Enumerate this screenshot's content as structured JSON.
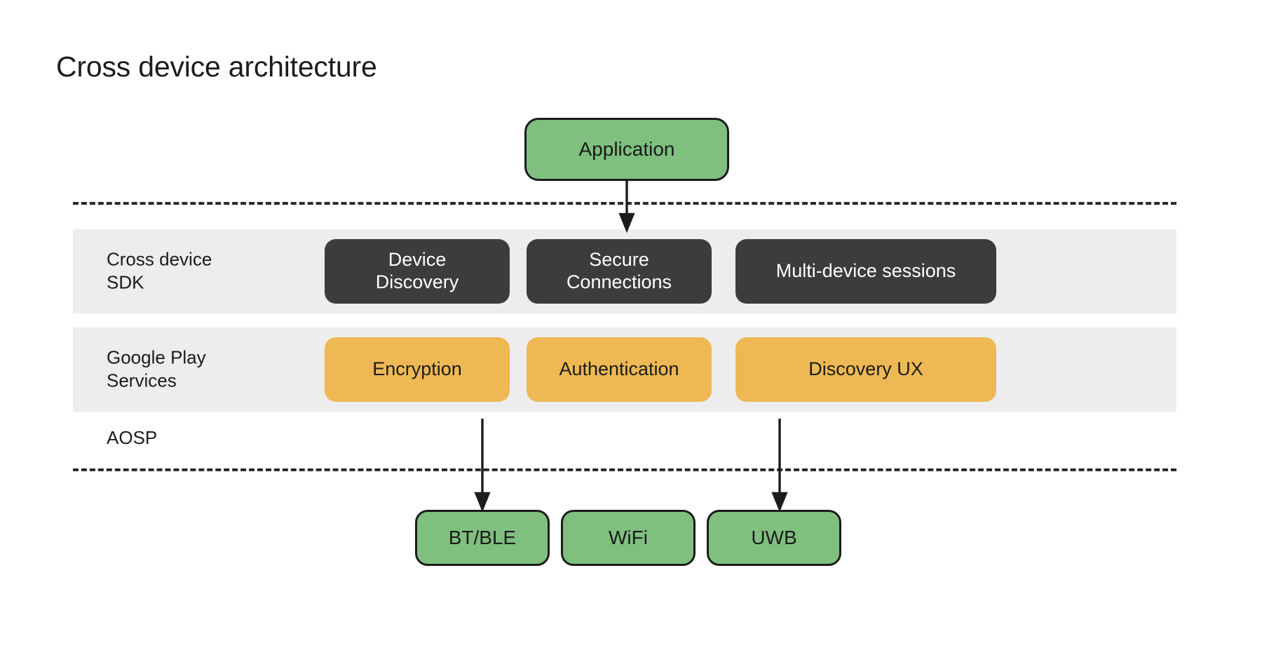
{
  "page": {
    "title": "Cross device architecture",
    "background": "#ffffff"
  },
  "colors": {
    "application_green": "#7fc07f",
    "sdk_dark": "#3c3c3c",
    "services_yellow": "#eeb954",
    "band_gray": "#ededed",
    "line_dark": "#2b2b2b",
    "text_dark": "#1c1c1c",
    "text_light": "#ffffff"
  },
  "application": {
    "label": "Application"
  },
  "layers": [
    {
      "id": "cross-device-sdk",
      "label": "Cross device\nSDK",
      "style": "dark",
      "nodes": [
        {
          "label": "Device\nDiscovery"
        },
        {
          "label": "Secure\nConnections"
        },
        {
          "label": "Multi-device sessions"
        }
      ]
    },
    {
      "id": "google-play-services",
      "label": "Google Play\nServices",
      "style": "yellow",
      "nodes": [
        {
          "label": "Encryption"
        },
        {
          "label": "Authentication"
        },
        {
          "label": "Discovery UX"
        }
      ]
    }
  ],
  "aosp": {
    "label": "AOSP"
  },
  "transports": [
    {
      "label": "BT/BLE"
    },
    {
      "label": "WiFi"
    },
    {
      "label": "UWB"
    }
  ],
  "connectors": [
    {
      "id": "application-to-sdk",
      "from": "Application",
      "to": "Secure Connections"
    },
    {
      "id": "encryption-to-btble",
      "from": "Encryption",
      "to": "BT/BLE"
    },
    {
      "id": "discovery-ux-to-uwb",
      "from": "Discovery UX",
      "to": "UWB"
    }
  ]
}
